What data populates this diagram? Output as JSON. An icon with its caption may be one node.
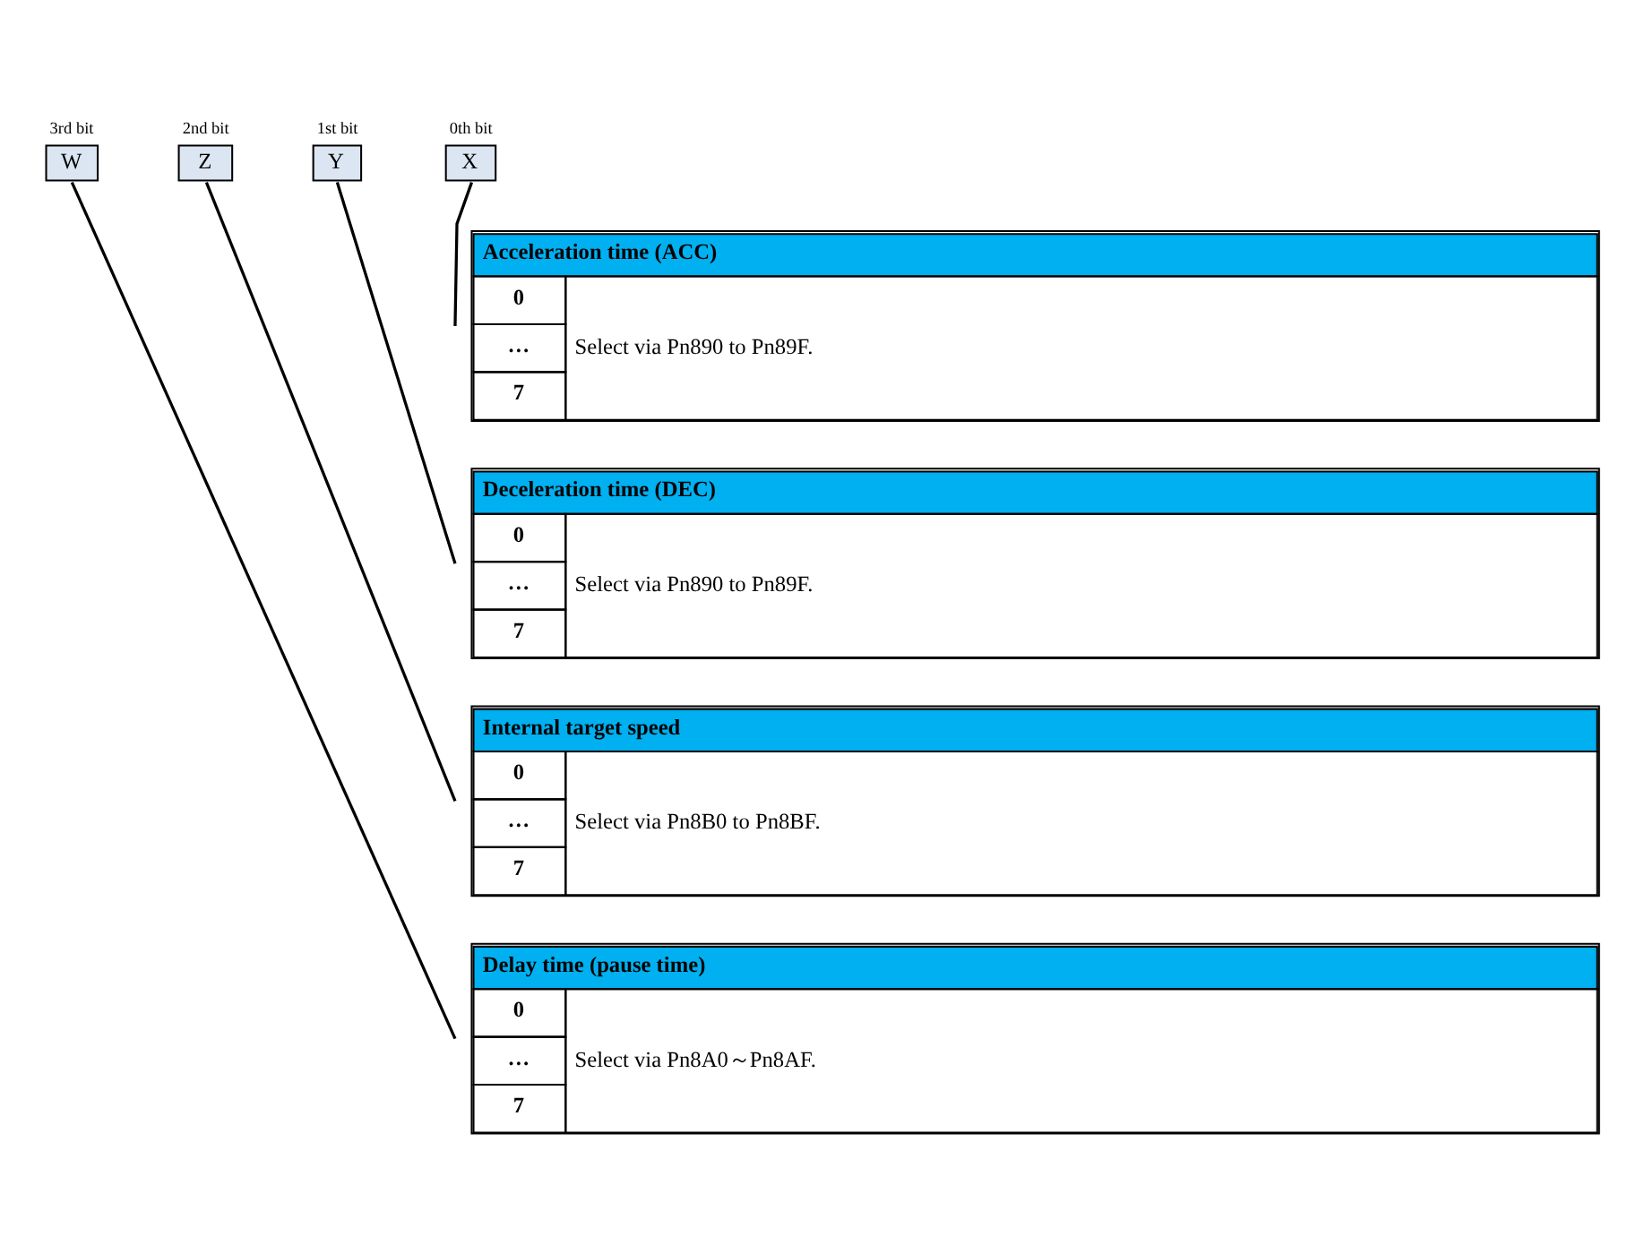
{
  "diagram": {
    "nodes": [
      {
        "text": [
          "W"
        ],
        "beside": [
          "3rd bit"
        ]
      },
      {
        "text": [
          "Z"
        ],
        "beside": [
          "2nd bit"
        ]
      },
      {
        "text": [
          "Y"
        ],
        "beside": [
          "1st bit"
        ]
      },
      {
        "text": [
          "X"
        ],
        "beside": [
          "0th bit"
        ]
      },
      {
        "text": [
          "Acceleration time (ACC)",
          "0",
          "…",
          "7",
          "Select via Pn890 to Pn89F."
        ]
      },
      {
        "text": [
          "Deceleration time (DEC)",
          "0",
          "…",
          "7",
          "Select via Pn890 to Pn89F."
        ]
      },
      {
        "text": [
          "Internal target speed",
          "0",
          "…",
          "7",
          "Select via Pn8B0 to Pn8BF."
        ]
      },
      {
        "text": [
          "Delay time (pause time)",
          "0",
          "…",
          "7",
          "Select via Pn8A0～Pn8AF."
        ]
      }
    ],
    "edges": [
      {
        "from": 3,
        "to": 4,
        "arrow": "none"
      },
      {
        "from": 2,
        "to": 5,
        "arrow": "none"
      },
      {
        "from": 1,
        "to": 6,
        "arrow": "none"
      },
      {
        "from": 0,
        "to": 7,
        "arrow": "none"
      }
    ]
  }
}
